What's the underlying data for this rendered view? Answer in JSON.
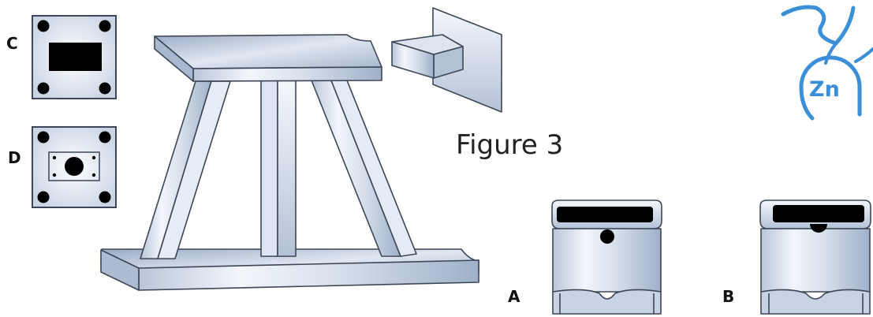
{
  "labels": {
    "c": "C",
    "d": "D",
    "a": "A",
    "b": "B"
  },
  "figure_caption": "Figure 3",
  "logo": {
    "text": "Zn",
    "color": "#3a8fd8"
  },
  "colors": {
    "steel_light": "#eef3fb",
    "steel_mid": "#c3d0e2",
    "steel_dark": "#8fa0bb",
    "outline": "#3d4656",
    "hole": "#000000"
  }
}
